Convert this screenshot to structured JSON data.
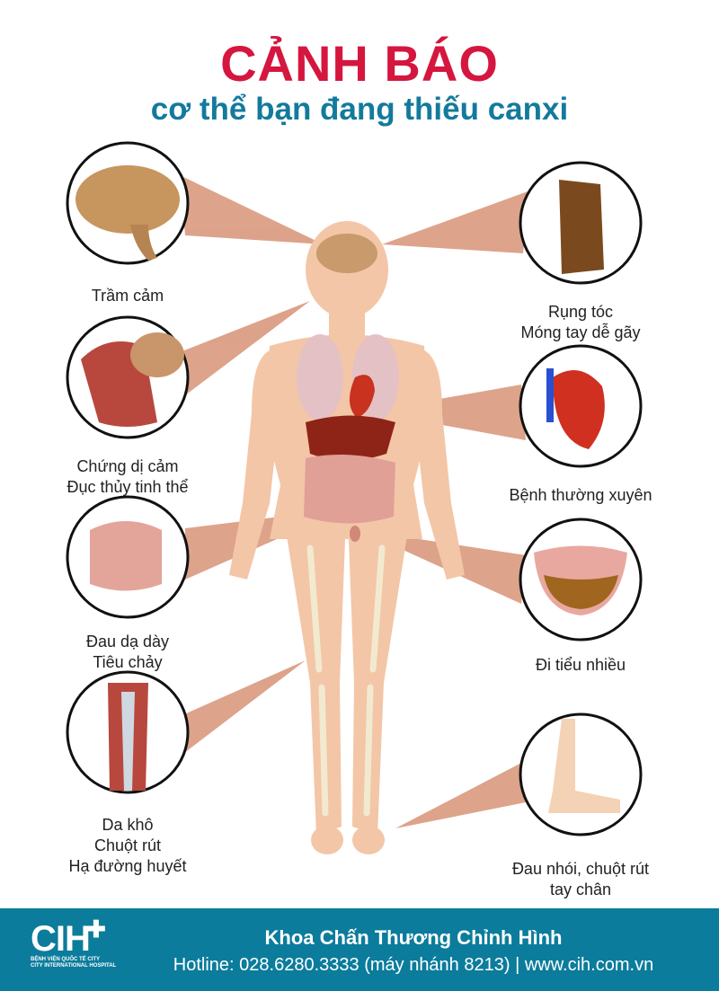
{
  "header": {
    "title": "CẢNH BÁO",
    "subtitle": "cơ thể bạn đang thiếu canxi"
  },
  "symptoms": [
    {
      "icon": "brain-icon",
      "lines": [
        "Trầm cảm"
      ]
    },
    {
      "icon": "nose-throat-icon",
      "lines": [
        "Chứng dị cảm",
        "Đục thủy tinh thể"
      ]
    },
    {
      "icon": "intestine-icon",
      "lines": [
        "Đau dạ dày",
        "Tiêu chảy"
      ]
    },
    {
      "icon": "muscle-icon",
      "lines": [
        "Da khô",
        "Chuột rút",
        "Hạ đường huyết"
      ]
    },
    {
      "icon": "hair-nail-icon",
      "lines": [
        "Rụng tóc",
        "Móng tay dễ gãy"
      ]
    },
    {
      "icon": "heart-icon",
      "lines": [
        "Bệnh thường xuyên"
      ]
    },
    {
      "icon": "bladder-icon",
      "lines": [
        "Đi tiểu nhiều"
      ]
    },
    {
      "icon": "foot-icon",
      "lines": [
        "Đau nhói, chuột rút",
        "tay chân"
      ]
    }
  ],
  "footer": {
    "logo": "CIH",
    "logo_line1": "BỆNH VIỆN QUỐC TẾ CITY",
    "logo_line2": "CITY INTERNATIONAL HOSPITAL",
    "department": "Khoa Chấn Thương Chỉnh Hình",
    "hotline": "Hotline: 028.6280.3333 (máy nhánh 8213)  |  www.cih.com.vn"
  },
  "colors": {
    "title": "#d5163e",
    "subtitle": "#137a9d",
    "footer": "#0b7c9c",
    "beam": "#d9997e",
    "skin": "#f3c6a7"
  }
}
